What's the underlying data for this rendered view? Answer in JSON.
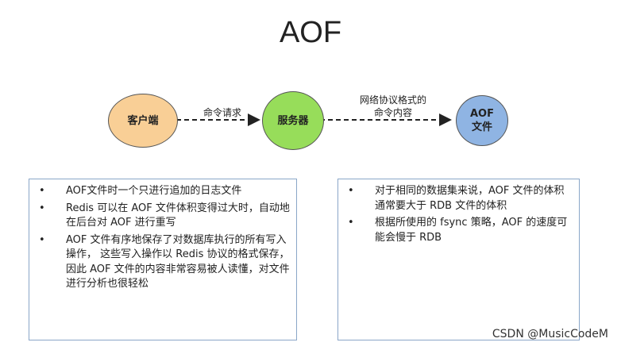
{
  "title": "AOF",
  "nodes": {
    "client": "客户端",
    "server": "服务器",
    "aof_line1": "AOF",
    "aof_line2": "文件"
  },
  "edges": {
    "request": "命令请求",
    "protocol_line1": "网络协议格式的",
    "protocol_line2": "命令内容"
  },
  "colors": {
    "client": "#f9cf96",
    "server": "#97dd5a",
    "aof": "#8fb4e3"
  },
  "left_box": [
    "AOF文件时一个只进行追加的日志文件",
    "Redis 可以在 AOF 文件体积变得过大时，自动地在后台对 AOF 进行重写",
    "AOF 文件有序地保存了对数据库执行的所有写入操作， 这些写入操作以 Redis 协议的格式保存， 因此 AOF 文件的内容非常容易被人读懂，对文件进行分析也很轻松"
  ],
  "right_box": [
    "对于相同的数据集来说，AOF 文件的体积通常要大于 RDB 文件的体积",
    "根据所使用的 fsync 策略，AOF 的速度可能会慢于 RDB"
  ],
  "watermark": "CSDN @MusicCodeM"
}
